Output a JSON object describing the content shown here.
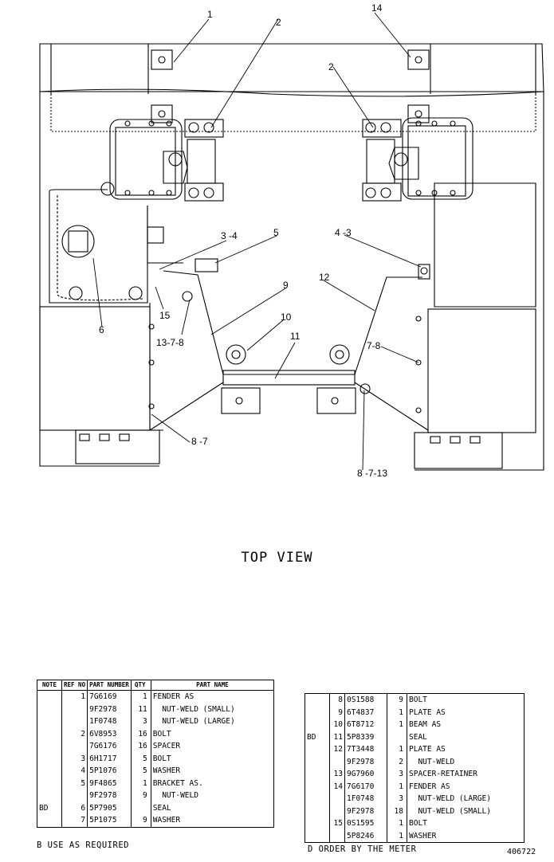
{
  "callouts": {
    "c1": "1",
    "c2a": "2",
    "c2b": "2",
    "c14": "14",
    "c3_4": "3 -4",
    "c5": "5",
    "c4_3": "4 -3",
    "c12": "12",
    "c9": "9",
    "c6": "6",
    "c15": "15",
    "c13_7_8": "13-7-8",
    "c10": "10",
    "c11": "11",
    "c7_8": "7-8",
    "c8_7": "8 -7",
    "c8_7_13": "8 -7-13"
  },
  "view_title": "TOP VIEW",
  "table_left": {
    "headers": {
      "note": "NOTE",
      "ref": "REF NO",
      "part_number": "PART NUMBER",
      "qty": "QTY",
      "part_name": "PART NAME"
    },
    "rows": [
      {
        "note": "",
        "ref": "1",
        "part": "7G6169",
        "qty": "1",
        "name": "FENDER AS"
      },
      {
        "note": "",
        "ref": "",
        "part": "9F2978",
        "qty": "11",
        "name": "  NUT-WELD (SMALL)"
      },
      {
        "note": "",
        "ref": "",
        "part": "1F0748",
        "qty": "3",
        "name": "  NUT-WELD (LARGE)"
      },
      {
        "note": "",
        "ref": "2",
        "part": "6V8953",
        "qty": "16",
        "name": "BOLT"
      },
      {
        "note": "",
        "ref": "",
        "part": "7G6176",
        "qty": "16",
        "name": "SPACER"
      },
      {
        "note": "",
        "ref": "3",
        "part": "6H1717",
        "qty": "5",
        "name": "BOLT"
      },
      {
        "note": "",
        "ref": "4",
        "part": "5P1076",
        "qty": "5",
        "name": "WASHER"
      },
      {
        "note": "",
        "ref": "5",
        "part": "9F4865",
        "qty": "1",
        "name": "BRACKET AS."
      },
      {
        "note": "",
        "ref": "",
        "part": "9F2978",
        "qty": "9",
        "name": "  NUT-WELD"
      },
      {
        "note": "BD",
        "ref": "6",
        "part": "5P7905",
        "qty": "",
        "name": "SEAL"
      },
      {
        "note": "",
        "ref": "7",
        "part": "5P1075",
        "qty": "9",
        "name": "WASHER"
      }
    ]
  },
  "table_right": {
    "rows": [
      {
        "note": "",
        "ref": "8",
        "part": "0S1588",
        "qty": "9",
        "name": "BOLT"
      },
      {
        "note": "",
        "ref": "9",
        "part": "6T4837",
        "qty": "1",
        "name": "PLATE AS"
      },
      {
        "note": "",
        "ref": "10",
        "part": "6T8712",
        "qty": "1",
        "name": "BEAM AS"
      },
      {
        "note": "BD",
        "ref": "11",
        "part": "5P8339",
        "qty": "",
        "name": "SEAL"
      },
      {
        "note": "",
        "ref": "12",
        "part": "7T3448",
        "qty": "1",
        "name": "PLATE AS"
      },
      {
        "note": "",
        "ref": "",
        "part": "9F2978",
        "qty": "2",
        "name": "  NUT-WELD"
      },
      {
        "note": "",
        "ref": "13",
        "part": "9G7960",
        "qty": "3",
        "name": "SPACER-RETAINER"
      },
      {
        "note": "",
        "ref": "14",
        "part": "7G6170",
        "qty": "1",
        "name": "FENDER AS"
      },
      {
        "note": "",
        "ref": "",
        "part": "1F0748",
        "qty": "3",
        "name": "  NUT-WELD (LARGE)"
      },
      {
        "note": "",
        "ref": "",
        "part": "9F2978",
        "qty": "18",
        "name": "  NUT-WELD (SMALL)"
      },
      {
        "note": "",
        "ref": "15",
        "part": "0S1595",
        "qty": "1",
        "name": "BOLT"
      },
      {
        "note": "",
        "ref": "",
        "part": "5P8246",
        "qty": "1",
        "name": "WASHER"
      }
    ]
  },
  "footnotes": {
    "b": "B   USE AS REQUIRED",
    "d": "D   ORDER BY THE METER"
  },
  "figure_number": "406722"
}
